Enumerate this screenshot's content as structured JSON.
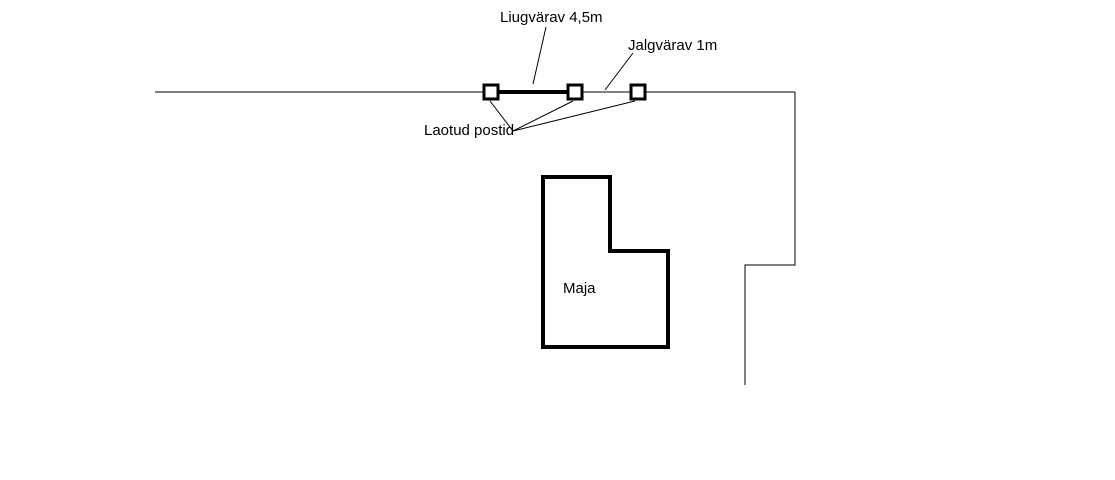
{
  "diagram": {
    "labels": {
      "sliding_gate": "Liugvärav 4,5m",
      "pedestrian_gate": "Jalgvärav 1m",
      "posts": "Laotud postid",
      "house": "Maja"
    },
    "colors": {
      "line": "#000000",
      "background": "#ffffff"
    }
  }
}
